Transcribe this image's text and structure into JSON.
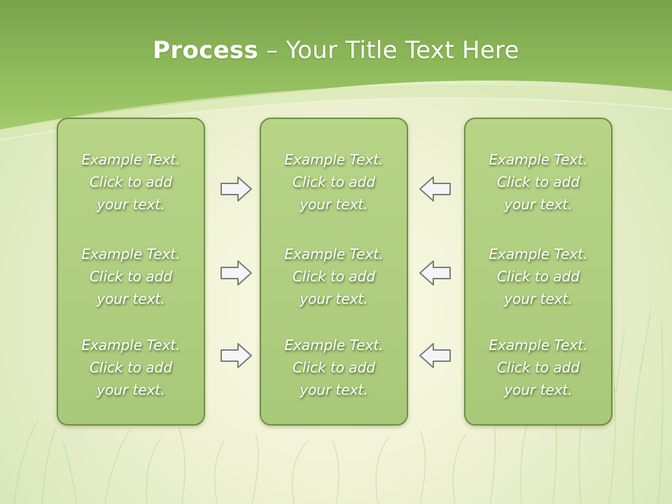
{
  "title": {
    "bold": "Process",
    "separator": " – ",
    "rest": "Your Title Text Here"
  },
  "columns": [
    {
      "items": [
        {
          "lines": [
            "Example Text.",
            "Click  to add",
            "your text."
          ]
        },
        {
          "lines": [
            "Example Text.",
            "Click  to add",
            "your text."
          ]
        },
        {
          "lines": [
            "Example Text.",
            "Click  to add",
            "your text."
          ]
        }
      ]
    },
    {
      "items": [
        {
          "lines": [
            "Example Text.",
            "Click  to add",
            "your text."
          ]
        },
        {
          "lines": [
            "Example Text.",
            "Click  to add",
            "your text."
          ]
        },
        {
          "lines": [
            "Example Text.",
            "Click  to add",
            "your text."
          ]
        }
      ]
    },
    {
      "items": [
        {
          "lines": [
            "Example Text.",
            "Click  to add",
            "your text."
          ]
        },
        {
          "lines": [
            "Example Text.",
            "Click  to add",
            "your text."
          ]
        },
        {
          "lines": [
            "Example Text.",
            "Click  to add",
            "your text."
          ]
        }
      ]
    }
  ],
  "arrows": {
    "left_group": "right",
    "right_group": "left",
    "icon": "arrow-icon"
  },
  "colors": {
    "header": "#8db85a",
    "box_fill": "#b2d07f",
    "box_border": "#6f8f45",
    "arrow_fill": "#f4f5f6",
    "arrow_stroke": "#7a7d80"
  }
}
